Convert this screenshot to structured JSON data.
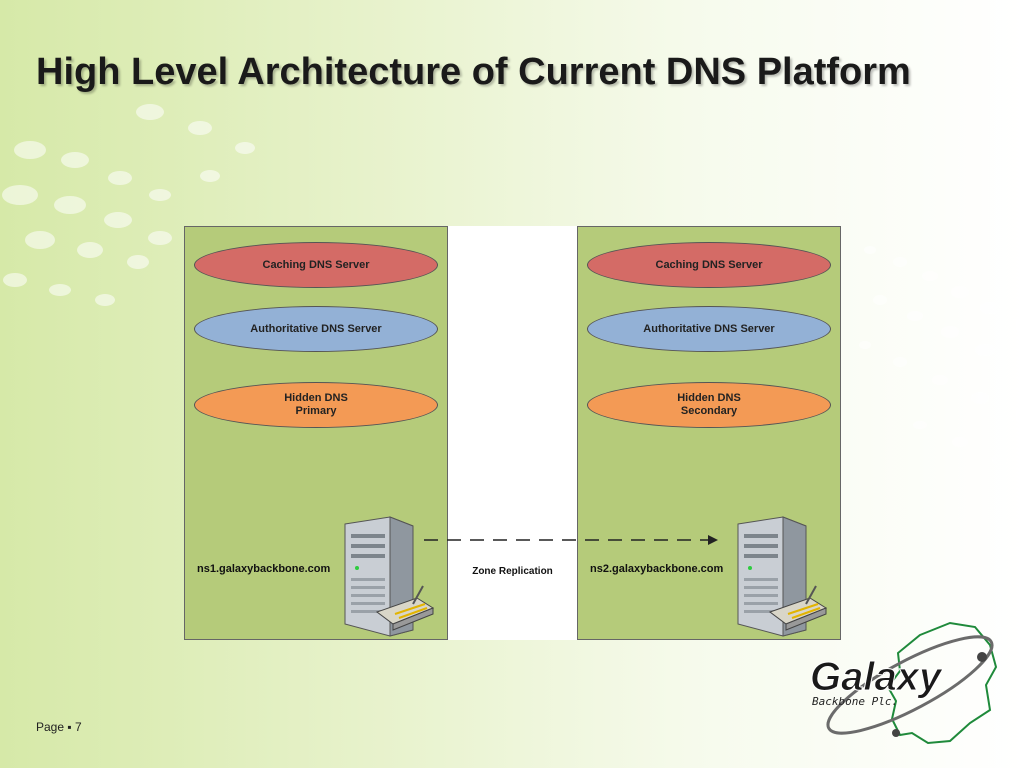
{
  "slide": {
    "title": "High Level Architecture of Current DNS Platform",
    "footer_page_label": "Page",
    "footer_bullet": "▪",
    "footer_page_number": "7"
  },
  "diagram": {
    "left_panel": {
      "caching": "Caching DNS Server",
      "authoritative": "Authoritative DNS Server",
      "hidden": "Hidden DNS\nPrimary",
      "host": "ns1.galaxybackbone.com"
    },
    "right_panel": {
      "caching": "Caching DNS Server",
      "authoritative": "Authoritative DNS Server",
      "hidden": "Hidden DNS\nSecondary",
      "host": "ns2.galaxybackbone.com"
    },
    "link_label": "Zone Replication"
  },
  "logo": {
    "wordmark": "Galaxy",
    "tagline": "Backbone Plc."
  },
  "colors": {
    "panel": "#b5cb7a",
    "caching": "#d46b66",
    "authoritative": "#93b1d6",
    "hidden": "#f39a55"
  }
}
